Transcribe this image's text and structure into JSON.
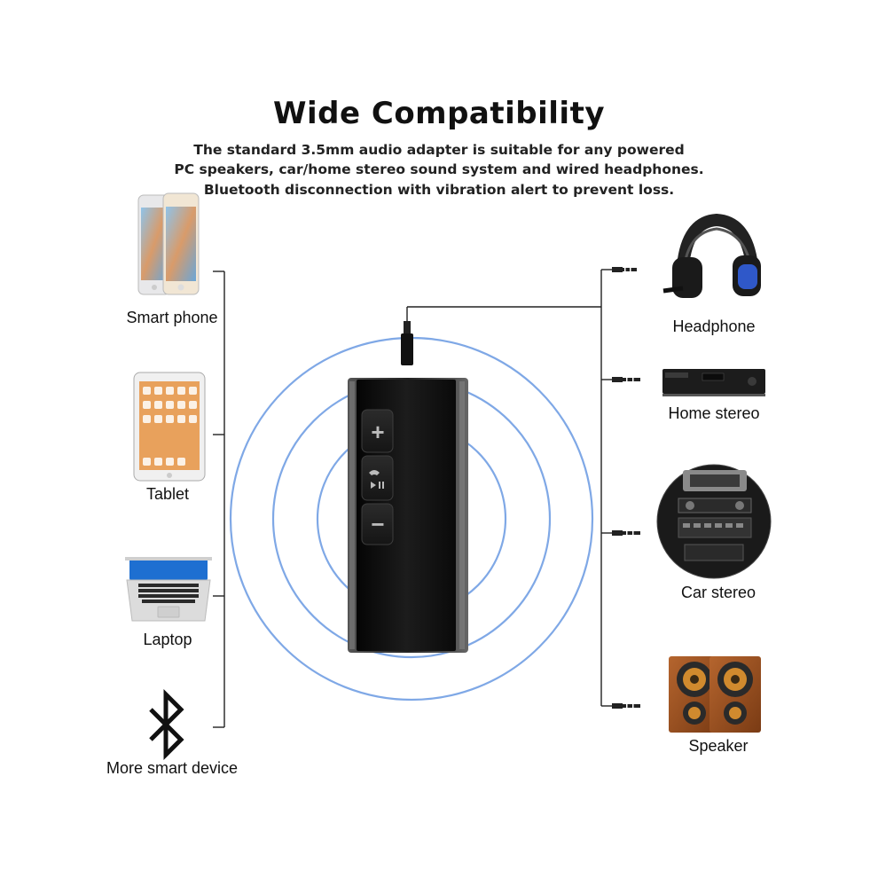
{
  "title": "Wide Compatibility",
  "subtitle_lines": [
    "The standard 3.5mm audio adapter is suitable for any powered",
    "PC speakers, car/home stereo sound system and wired headphones.",
    "Bluetooth disconnection with vibration alert to prevent loss."
  ],
  "left_devices": [
    {
      "label": "Smart phone",
      "icon": "smartphone-icon"
    },
    {
      "label": "Tablet",
      "icon": "tablet-icon"
    },
    {
      "label": "Laptop",
      "icon": "laptop-icon"
    },
    {
      "label": "More smart device",
      "icon": "bluetooth-icon"
    }
  ],
  "right_devices": [
    {
      "label": "Headphone",
      "icon": "headphone-icon"
    },
    {
      "label": "Home stereo",
      "icon": "home-stereo-icon"
    },
    {
      "label": "Car stereo",
      "icon": "car-stereo-icon"
    },
    {
      "label": "Speaker",
      "icon": "speaker-icon"
    }
  ],
  "adapter": {
    "buttons": [
      "plus-button",
      "call-play-pause-button",
      "minus-button"
    ],
    "button_glyphs": {
      "plus": "+",
      "minus": "−"
    }
  },
  "colors": {
    "signal_ring": "#7fa8e6",
    "adapter_body": "#141414",
    "adapter_frame": "#3a3a3a",
    "line": "#222222"
  }
}
